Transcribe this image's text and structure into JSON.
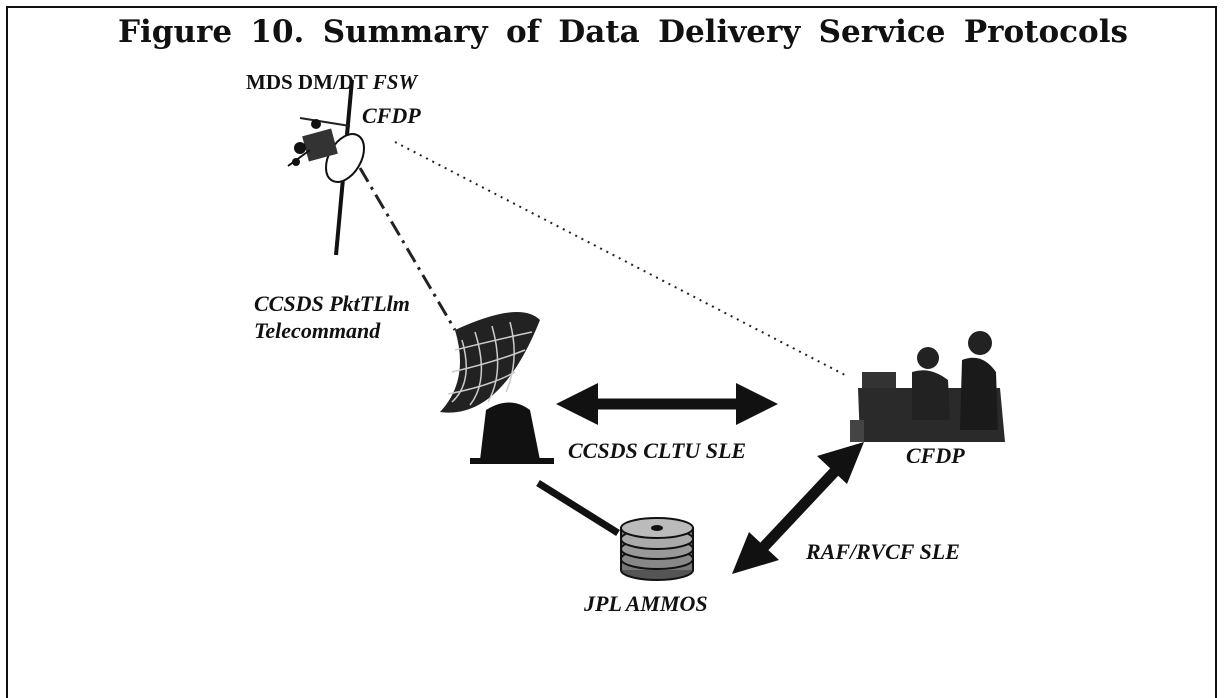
{
  "title": {
    "words": [
      "Figure",
      "10.",
      "Summary",
      "of",
      "Data",
      "Delivery",
      "Service",
      "Protocols"
    ]
  },
  "labels": {
    "spacecraft_prefix": "MDS DM/DT",
    "spacecraft_fsw": "FSW",
    "spacecraft_cfdp": "CFDP",
    "downlink_line1": "CCSDS PktTLlm",
    "downlink_line2": "Telecommand",
    "ground_link": "CCSDS CLTU SLE",
    "ops_cfdp": "CFDP",
    "ops_link": "RAF/RVCF SLE",
    "ammos": "JPL AMMOS"
  }
}
